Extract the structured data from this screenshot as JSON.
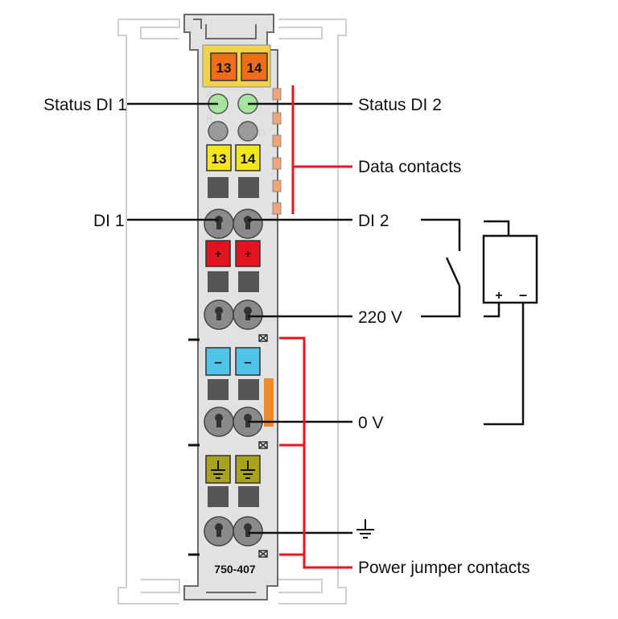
{
  "labels": {
    "status_di1": "Status DI 1",
    "status_di2": "Status DI 2",
    "data_contacts": "Data contacts",
    "di1": "DI 1",
    "di2": "DI 2",
    "v220": "220 V",
    "v0": "0 V",
    "power_jumper": "Power jumper contacts"
  },
  "module": {
    "part_number": "750-407",
    "top_terminal_left": "13",
    "top_terminal_right": "14",
    "terminal_left": "13",
    "terminal_right": "14",
    "led_letters": [
      "A",
      "C",
      "B",
      "D"
    ],
    "plus_sign": "+",
    "minus_sign": "–"
  },
  "source_symbol": {
    "plus": "+",
    "minus": "–"
  },
  "colors": {
    "housing": "#d9d9d9",
    "rail_outline": "#c8c8c8",
    "orange": "#ef6c1a",
    "yellow": "#f5e51d",
    "green_led": "#a6e4a0",
    "red": "#e0141e",
    "blue": "#4fc3e8",
    "earth": "#a7a31a",
    "dark_gray": "#555555",
    "wire_red": "#e8161c",
    "contact_peach": "#f3a27a"
  }
}
